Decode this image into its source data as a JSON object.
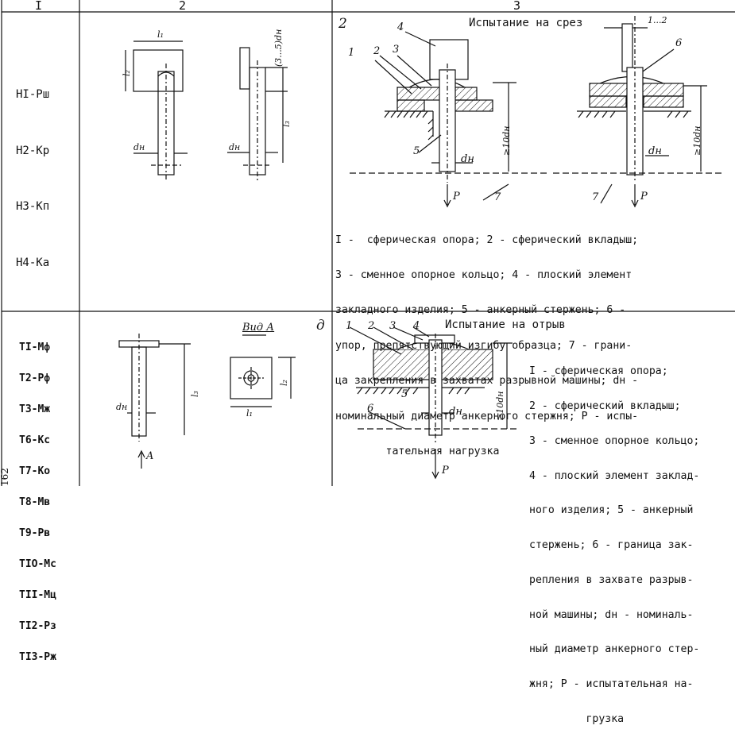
{
  "header": {
    "col1": "I",
    "col2": "2",
    "col3": "3"
  },
  "row1": {
    "codes": [
      "HI-Рш",
      "H2-Кр",
      "H3-Кп",
      "H4-Ка"
    ],
    "marker": "2",
    "title": "Испытание на срез",
    "part_labels": {
      "p1": "1",
      "p2": "2",
      "p3": "3",
      "p4": "4",
      "p5": "5",
      "p6": "6",
      "p7a": "7",
      "p7b": "7"
    },
    "dims": {
      "l1": "l₁",
      "l2": "l₂",
      "l3": "l₃",
      "dn_a": "dн",
      "dn_b": "dн",
      "gap": "(3...5)dн",
      "gap2": "1...2",
      "dn_c": "dн",
      "dn_d": "dн",
      "h1": "≥10dн",
      "h2": "≥10dн",
      "P1": "P",
      "P2": "P"
    },
    "caption": [
      "I -  сферическая опора; 2 - сферический вкладыш;",
      "3 - сменное опорное кольцо; 4 - плоский элемент",
      "закладного изделия; 5 - анкерный стержень; 6 -",
      "упор, препятствующий изгибу образца; 7 - грани-",
      "ца закрепления в захватах разрывной машины; dн -",
      "номинальный диаметр анкерного стержня; P - испы-",
      "        тательная нагрузка"
    ]
  },
  "row2": {
    "codes": [
      "TI-Мф",
      "T2-Рф",
      "T3-Мж",
      "T6-Кс",
      "T7-Ко",
      "T8-Мв",
      "T9-Рв",
      "TIO-Мс",
      "TII-Мц",
      "TI2-Рз",
      "TI3-Рж"
    ],
    "view_label": "Вид А",
    "marker": "д",
    "title": "Испытание на отрыв",
    "part_labels": {
      "p1": "1",
      "p2": "2",
      "p3": "3",
      "p4": "4",
      "p5": "5",
      "p6": "6"
    },
    "dims": {
      "l1": "l₁",
      "l2": "l₂",
      "l3": "l₃",
      "dn": "dн",
      "dn2": "dн",
      "h": "≥10dн",
      "A": "A",
      "P": "P"
    },
    "caption": [
      "I - сферическая опора;",
      "2 - сферический вкладыш;",
      "3 - сменное опорное кольцо;",
      "4 - плоский элемент заклад-",
      "ного изделия; 5 - анкерный",
      "стержень; 6 - граница зак-",
      "репления в захвате разрыв-",
      "ной машины; dн - номиналь-",
      "ный диаметр анкерного стер-",
      "жня; P - испытательная на-",
      "         грузка"
    ]
  },
  "page_number": "162"
}
